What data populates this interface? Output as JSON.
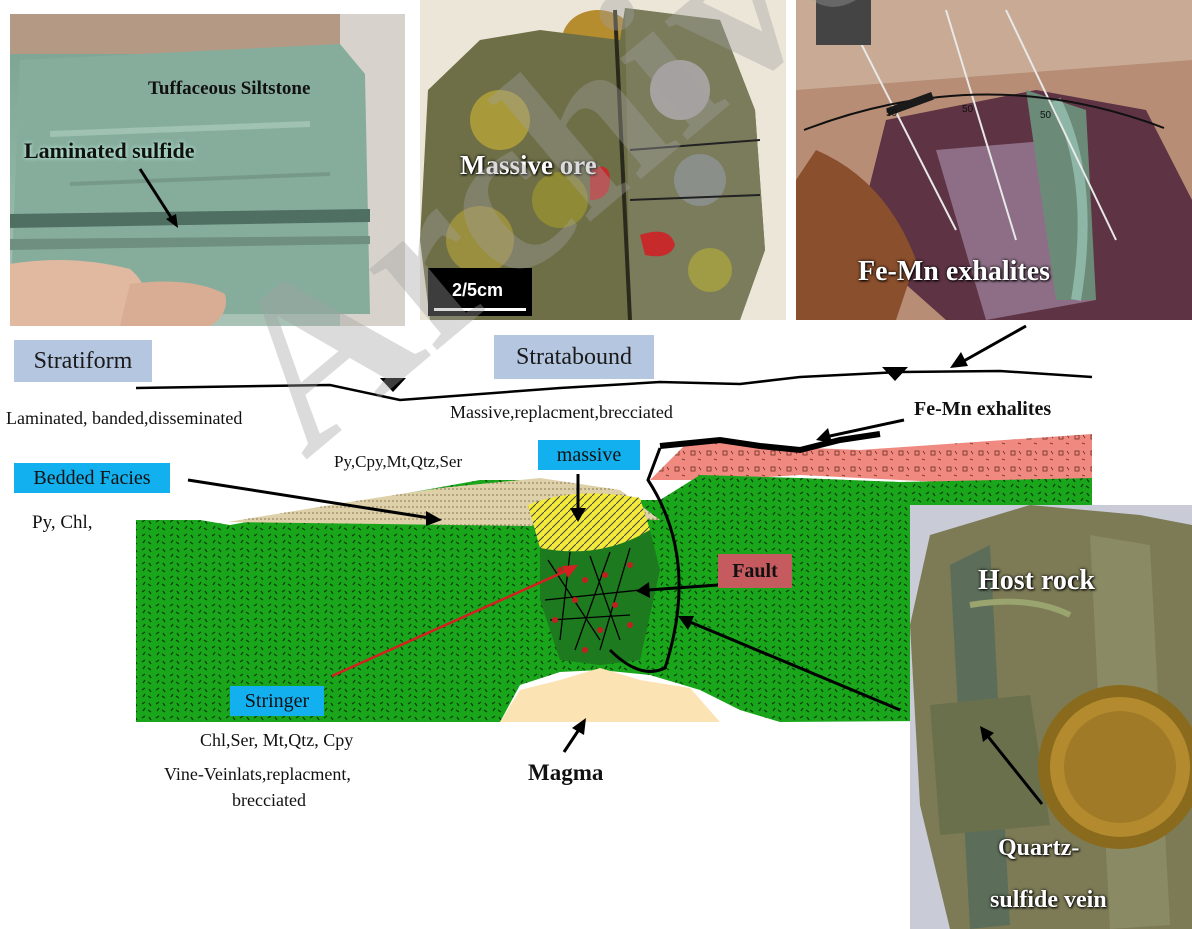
{
  "photos": {
    "laminated": {
      "title": "Tuffaceous Siltstone",
      "label": "Laminated sulfide"
    },
    "massive": {
      "label": "Massive ore",
      "scale": "2/5cm"
    },
    "exhalites": {
      "label": "Fe-Mn exhalites",
      "dip_marks": [
        "50",
        "50",
        "50"
      ]
    },
    "hostrock": {
      "label": "Host rock",
      "vein_line1": "Quartz-",
      "vein_line2": "sulfide vein"
    }
  },
  "section": {
    "stratiform": "Stratiform",
    "stratabound": "Stratabound",
    "laminated_desc": "Laminated, banded,disseminated",
    "massive_desc": "Massive,replacment,brecciated",
    "fe_mn": "Fe-Mn exhalites",
    "minerals_top": "Py,Cpy,Mt,Qtz,Ser",
    "massive_box": "massive",
    "bedded_box": "Bedded Facies",
    "py_chl": "Py, Chl,",
    "fault_box": "Fault",
    "stringer_box": "Stringer",
    "stringer_minerals": "Chl,Ser, Mt,Qtz, Cpy",
    "stringer_desc1": "Vine-Veinlats,replacment,",
    "stringer_desc2": "brecciated",
    "magma": "Magma"
  },
  "watermark": "Archive of SID",
  "colors": {
    "host_green": "#19a61b",
    "pink_cap": "#f08a80",
    "magma": "#fbe3b4",
    "label_blue": "#b4c6e0",
    "label_cyan": "#12b0ee",
    "label_red": "#c55a5f"
  }
}
